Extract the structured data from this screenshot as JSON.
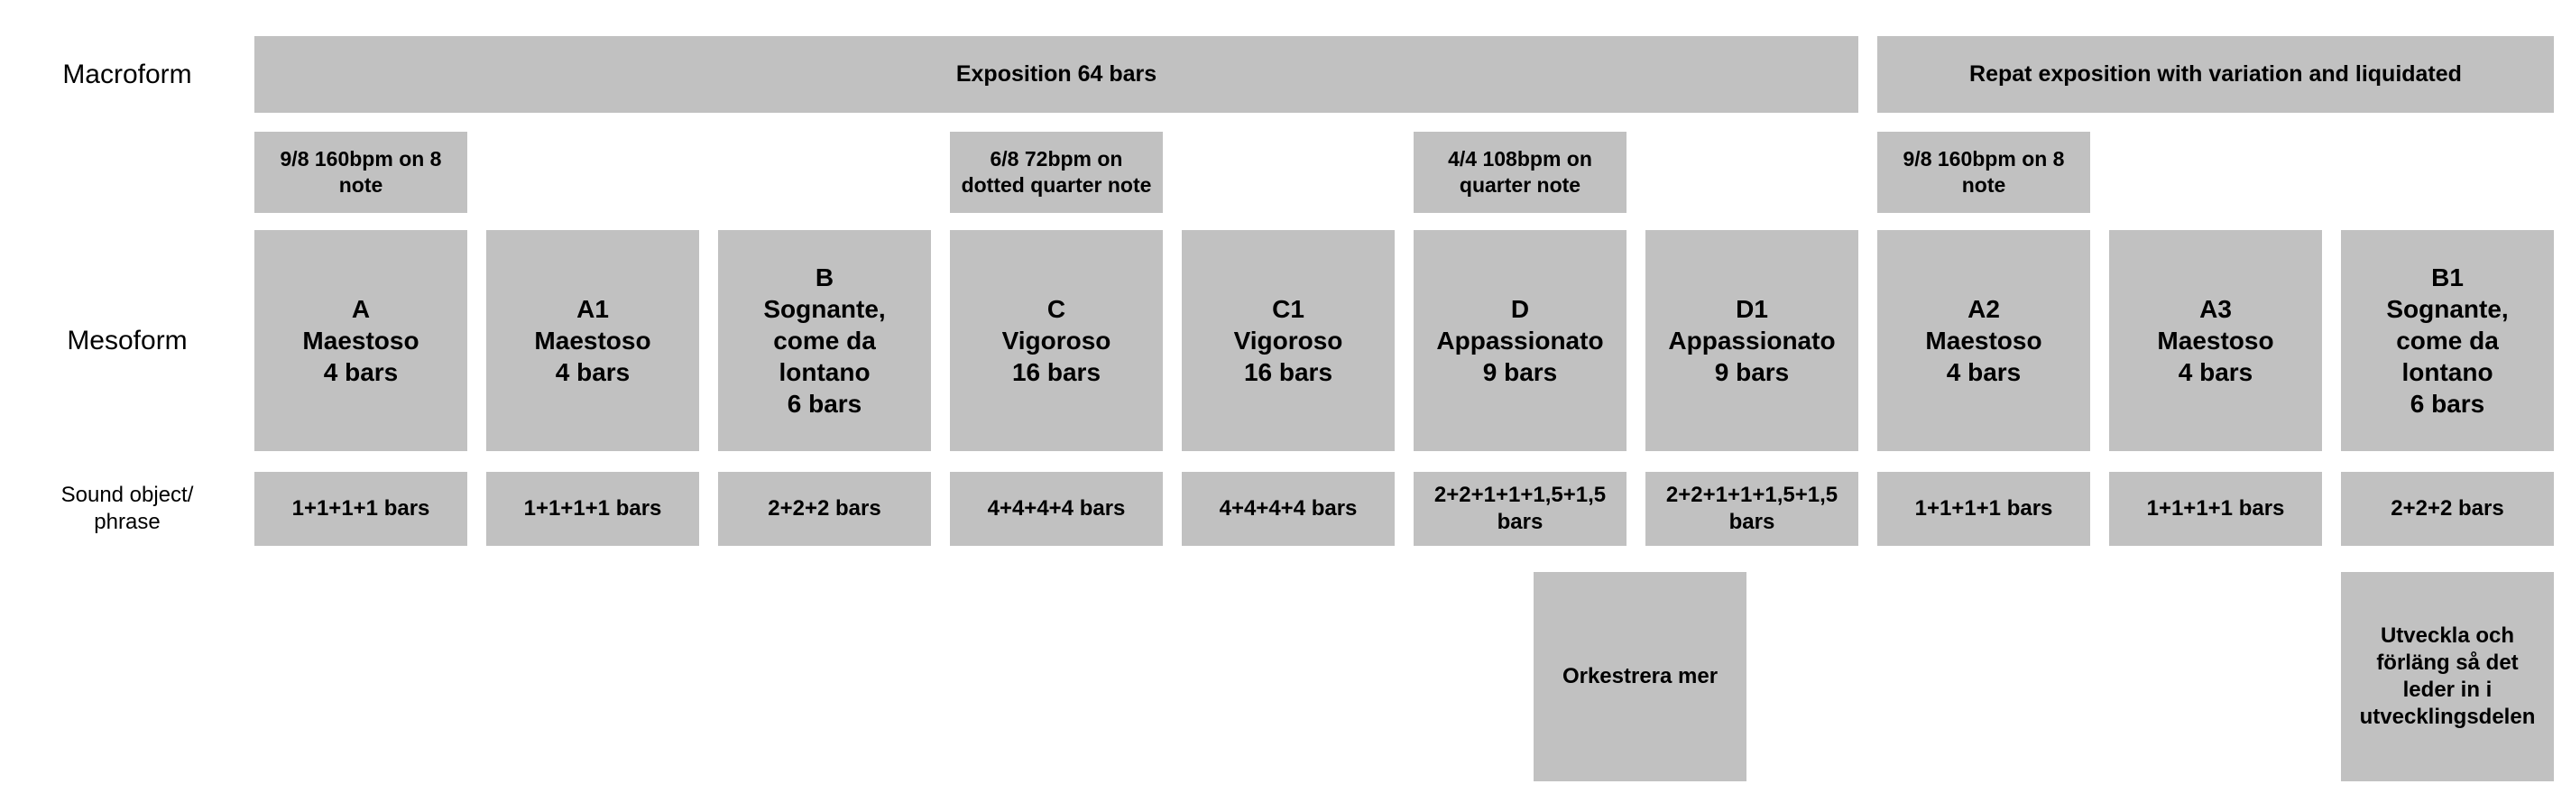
{
  "colors": {
    "block_bg": "#c1c1c1",
    "text": "#000000",
    "background": "#ffffff"
  },
  "row_labels": {
    "macroform": "Macroform",
    "mesoform": "Mesoform",
    "sound_object": "Sound object/\nphrase"
  },
  "macroform": {
    "sections": [
      {
        "label": "Exposition 64 bars"
      },
      {
        "label": "Repat exposition with variation and liquidated"
      }
    ]
  },
  "tempo_marks": [
    {
      "label": "9/8 160bpm on 8\nnote"
    },
    {
      "label": "6/8 72bpm on\ndotted quarter note"
    },
    {
      "label": "4/4 108bpm on\nquarter note"
    },
    {
      "label": "9/8 160bpm on 8\nnote"
    }
  ],
  "mesoform": {
    "blocks": [
      {
        "label": "A\nMaestoso\n4 bars"
      },
      {
        "label": "A1\nMaestoso\n4 bars"
      },
      {
        "label": "B\nSognante,\ncome da\nlontano\n6 bars"
      },
      {
        "label": "C\nVigoroso\n16 bars"
      },
      {
        "label": "C1\nVigoroso\n16 bars"
      },
      {
        "label": "D\nAppassionato\n9 bars"
      },
      {
        "label": "D1\nAppassionato\n9 bars"
      },
      {
        "label": "A2\nMaestoso\n4 bars"
      },
      {
        "label": "A3\nMaestoso\n4 bars"
      },
      {
        "label": "B1\nSognante,\ncome da\nlontano\n6 bars"
      }
    ]
  },
  "sound_objects": [
    {
      "label": "1+1+1+1 bars"
    },
    {
      "label": "1+1+1+1 bars"
    },
    {
      "label": "2+2+2 bars"
    },
    {
      "label": "4+4+4+4 bars"
    },
    {
      "label": "4+4+4+4 bars"
    },
    {
      "label": "2+2+1+1+1,5+1,5\nbars"
    },
    {
      "label": "2+2+1+1+1,5+1,5\nbars"
    },
    {
      "label": "1+1+1+1 bars"
    },
    {
      "label": "1+1+1+1 bars"
    },
    {
      "label": "2+2+2 bars"
    }
  ],
  "annotations": [
    {
      "label": "Orkestrera mer"
    },
    {
      "label": "Utveckla och\nförläng så det\nleder in i\nutvecklingsdelen"
    }
  ]
}
